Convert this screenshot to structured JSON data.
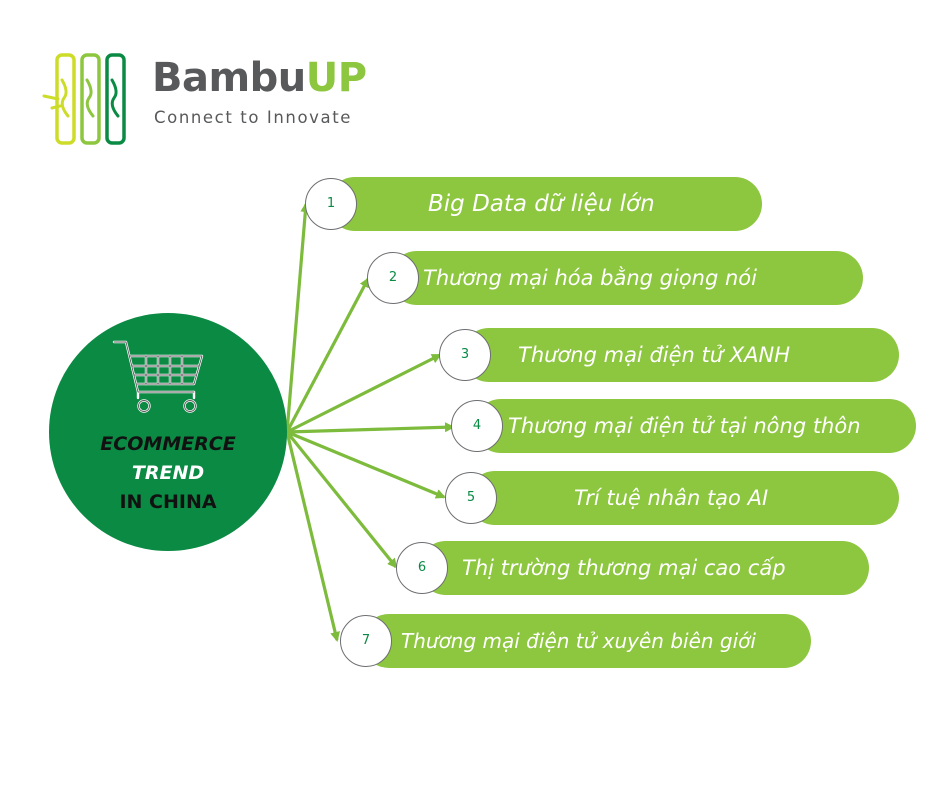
{
  "logo": {
    "name_part1": "Bambu",
    "name_part2": "UP",
    "tagline": "Connect to Innovate",
    "icon": "bamboo-logo-icon"
  },
  "hub": {
    "line1": "ECOMMERCE",
    "line2": "TREND",
    "line3": "IN CHINA",
    "icon": "shopping-cart-icon"
  },
  "trends": [
    {
      "number": "1",
      "label": "Big Data dữ liệu lớn"
    },
    {
      "number": "2",
      "label": "Thương mại hóa bằng giọng nói"
    },
    {
      "number": "3",
      "label": "Thương mại điện tử XANH"
    },
    {
      "number": "4",
      "label": "Thương mại điện tử tại nông thôn"
    },
    {
      "number": "5",
      "label": "Trí tuệ nhân tạo AI"
    },
    {
      "number": "6",
      "label": "Thị trường thương mại cao cấp"
    },
    {
      "number": "7",
      "label": "Thương mại điện tử xuyên biên giới"
    }
  ],
  "colors": {
    "hub_green": "#0b8a44",
    "pill_green": "#8dc63f",
    "arrow_green": "#7dbb3c",
    "logo_gray": "#58595b",
    "logo_lime": "#cddc29"
  }
}
